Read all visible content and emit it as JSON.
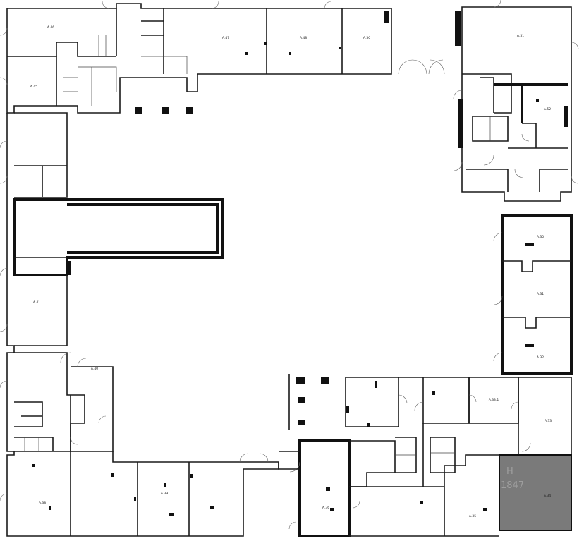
{
  "plan": {
    "rooms": {
      "a46": "A.46",
      "a47": "A.47",
      "a48": "A.48",
      "a50": "A.50",
      "a51": "A.51",
      "a52": "A.52",
      "a45": "A.45",
      "a41": "A.41",
      "a40": "A.40",
      "a38": "A.38",
      "a39": "A.39",
      "a30": "A.30",
      "a31": "A.31",
      "a32": "A.32",
      "a33": "A.33",
      "a33_1": "A.33.1",
      "a34": "A.34",
      "a35": "A.35",
      "a36": "A.36"
    },
    "watermark_glyph": "Н",
    "watermark_text": "1847",
    "selected_room": "A.34",
    "colors": {
      "walls": "#111111",
      "selected_fill": "#7a7a7a",
      "background": "#ffffff"
    }
  }
}
